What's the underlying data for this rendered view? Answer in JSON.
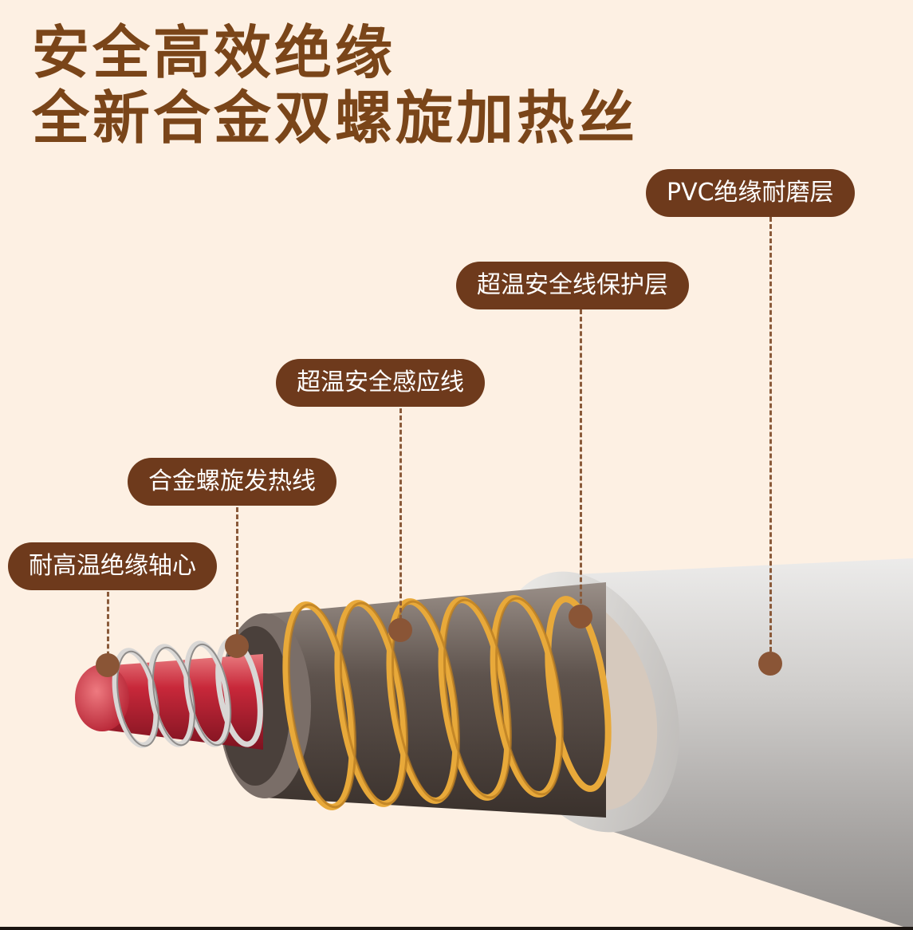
{
  "headline": {
    "line1": "安全高效绝缘",
    "line2": "全新合金双螺旋加热丝"
  },
  "layers": [
    {
      "id": "core",
      "label": "耐高温绝缘轴心"
    },
    {
      "id": "heater",
      "label": "合金螺旋发热线"
    },
    {
      "id": "sensor",
      "label": "超温安全感应线"
    },
    {
      "id": "protect",
      "label": "超温安全线保护层"
    },
    {
      "id": "pvc",
      "label": "PVC绝缘耐磨层"
    }
  ],
  "colors": {
    "background": "#fdf0e3",
    "headline": "#7a4519",
    "label_bg": "#6e3a1c",
    "label_text": "#ffffff",
    "core_red": "#c8283a",
    "coil_gold": "#e8a93a",
    "sheath_grey": "#c9c7c5"
  }
}
